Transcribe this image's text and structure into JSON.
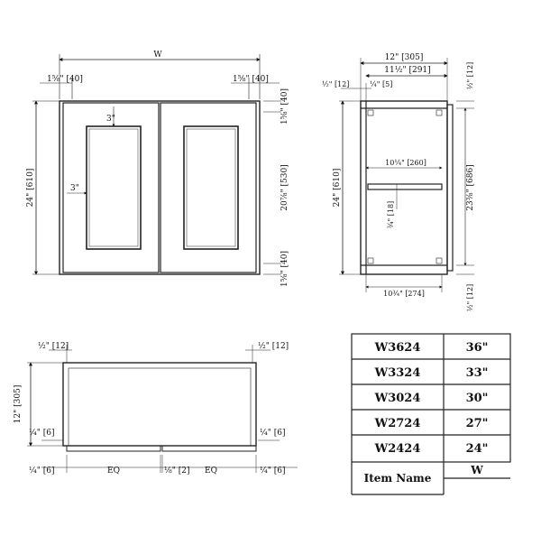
{
  "front_view": {
    "width_label": "W",
    "stile_left": "1⅝\" [40]",
    "stile_right": "1⅝\" [40]",
    "height": "24\" [610]",
    "rail_top": "1⅝\" [40]",
    "opening": "20⅞\" [530]",
    "rail_bottom": "1⅝\" [40]",
    "panel_top": "3\"",
    "panel_side": "3\""
  },
  "side_view": {
    "depth": "12\" [305]",
    "interior_depth": "11½\" [291]",
    "back_offset": "½\" [12]",
    "back_thickness": "¼\" [5]",
    "height": "24\" [610]",
    "top_thickness": "½\" [12]",
    "interior_height": "23⅜\" [686]",
    "bottom_thickness": "½\" [12]",
    "shelf_depth": "10¼\" [260]",
    "shelf_thickness": "¾\" [18]",
    "bottom_depth": "10¾\" [274]"
  },
  "top_view": {
    "left_panel": "½\" [12]",
    "right_panel": "½\" [12]",
    "depth": "12\" [305]",
    "door_left": "¼\" [6]",
    "door_right": "¼\" [6]",
    "gap_left": "¼\" [6]",
    "eq_left": "EQ",
    "center_gap": "⅛\" [2]",
    "eq_right": "EQ",
    "gap_right": "¼\" [6]"
  },
  "size_table": {
    "header_code": "Item Name",
    "header_value": "W",
    "rows": [
      {
        "code": "W3624",
        "value": "36\""
      },
      {
        "code": "W3324",
        "value": "33\""
      },
      {
        "code": "W3024",
        "value": "30\""
      },
      {
        "code": "W2724",
        "value": "27\""
      },
      {
        "code": "W2424",
        "value": "24\""
      }
    ]
  }
}
